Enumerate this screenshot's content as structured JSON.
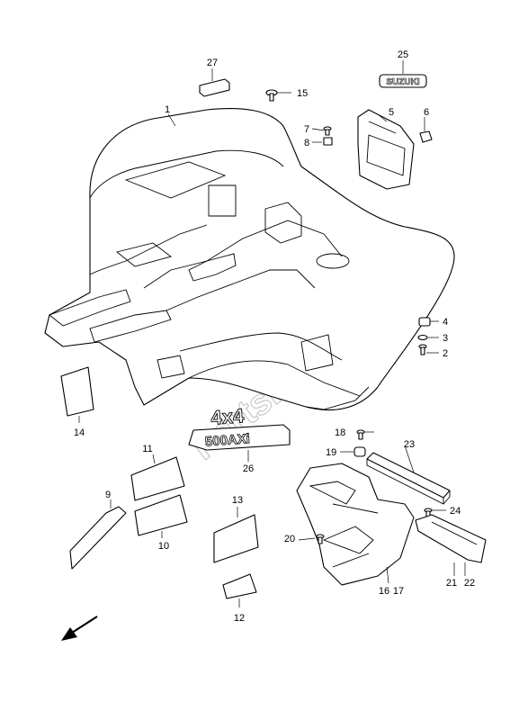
{
  "watermark": "PartsRepublik",
  "emblem_suzuki": "SUZUKI",
  "emblem_4x4": "4x4",
  "emblem_500axi": "500AXi",
  "callouts": {
    "p1": "1",
    "p2": "2",
    "p3": "3",
    "p4": "4",
    "p5": "5",
    "p6": "6",
    "p7": "7",
    "p8": "8",
    "p9": "9",
    "p10": "10",
    "p11": "11",
    "p12": "12",
    "p13": "13",
    "p14": "14",
    "p15": "15",
    "p16": "16",
    "p17": "17",
    "p18": "18",
    "p19": "19",
    "p20": "20",
    "p21": "21",
    "p22": "22",
    "p23": "23",
    "p24": "24",
    "p25": "25",
    "p26": "26",
    "p27": "27"
  },
  "icons": {
    "direction_arrow": "front-direction-arrow-icon"
  }
}
